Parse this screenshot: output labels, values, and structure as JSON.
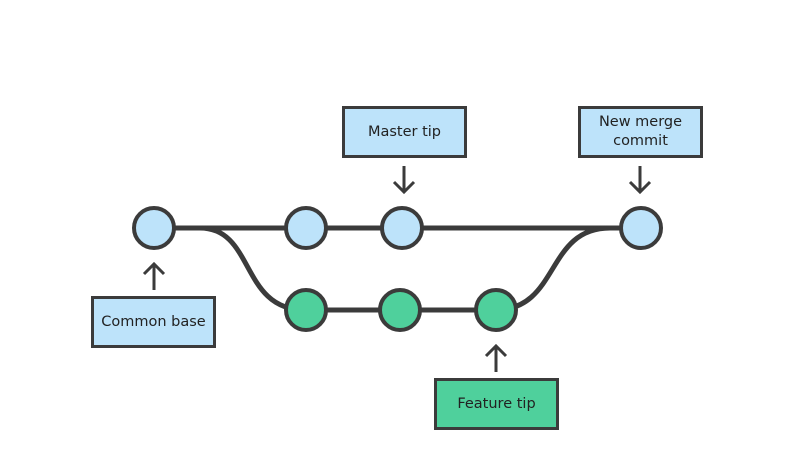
{
  "colors": {
    "line": "#3b3b3b",
    "master_node": "#bde3fa",
    "feature_node": "#4fd09c",
    "master_label_bg": "#bde3fa",
    "feature_label_bg": "#4fd09c"
  },
  "labels": {
    "master_tip": "Master tip",
    "new_merge_commit": "New merge\ncommit",
    "common_base": "Common base",
    "feature_tip": "Feature tip"
  }
}
